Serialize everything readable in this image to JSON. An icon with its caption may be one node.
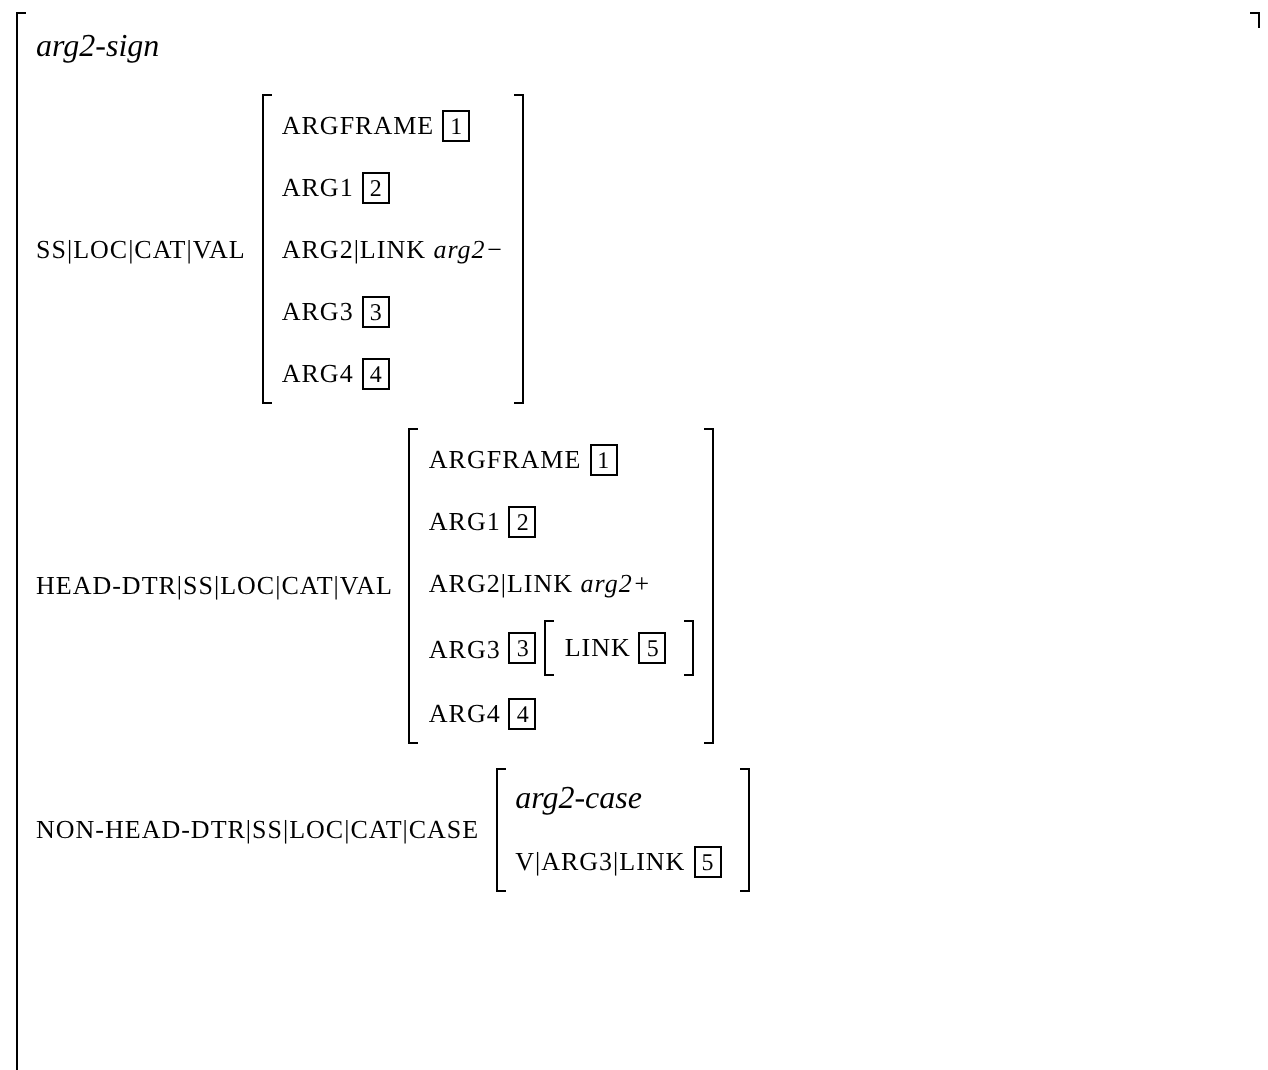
{
  "diagram": {
    "nodes": [
      {
        "text": [
          "arg2-sign",
          "SS|LOC|CAT|VAL",
          "HEAD-DTR|SS|LOC|CAT|VAL",
          "NON-HEAD-DTR|SS|LOC|CAT|CASE"
        ]
      },
      {
        "text": [
          "ARGFRAME",
          "ARG1",
          "ARG2|LINK *arg2−*",
          "ARG3",
          "ARG4"
        ],
        "in": 0
      },
      {
        "text": [
          "1"
        ],
        "in": 1
      },
      {
        "text": [
          "2"
        ],
        "in": 1
      },
      {
        "text": [
          "3"
        ],
        "in": 1
      },
      {
        "text": [
          "4"
        ],
        "in": 1
      },
      {
        "text": [
          "ARGFRAME",
          "ARG1",
          "ARG2|LINK *arg2+*",
          "ARG3",
          "ARG4"
        ],
        "in": 0
      },
      {
        "text": [
          "1"
        ],
        "in": 6
      },
      {
        "text": [
          "2"
        ],
        "in": 6
      },
      {
        "text": [
          "3"
        ],
        "in": 6
      },
      {
        "text": [
          "LINK"
        ],
        "in": 6
      },
      {
        "text": [
          "5"
        ],
        "in": 10
      },
      {
        "text": [
          "4"
        ],
        "in": 6
      },
      {
        "text": [
          "arg2-case",
          "V|ARG3|LINK"
        ],
        "in": 0
      },
      {
        "text": [
          "5"
        ],
        "in": 13
      }
    ]
  }
}
